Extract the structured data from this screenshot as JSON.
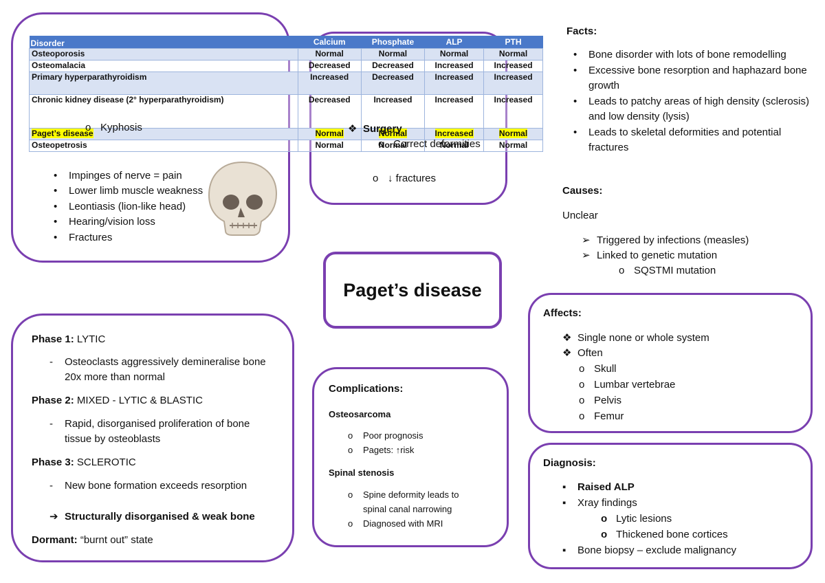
{
  "title": "Paget’s disease",
  "symptoms": {
    "partial_lines": [
      "Kyphosis"
    ],
    "items": [
      "Impinges of nerve = pain",
      "Lower limb muscle weakness",
      "Leontiasis (lion-like head)",
      "Hearing/vision loss",
      "Fractures"
    ]
  },
  "management": {
    "items": [
      "Surgery"
    ],
    "sub_items": [
      "Correct deformities",
      "↓ fractures"
    ]
  },
  "table": {
    "headers": [
      "Disorder",
      "Calcium",
      "Phosphate",
      "ALP",
      "PTH"
    ],
    "rows": [
      [
        "Osteoporosis",
        "Normal",
        "Normal",
        "Normal",
        "Normal"
      ],
      [
        "Osteomalacia",
        "Decreased",
        "Decreased",
        "Increased",
        "Increased"
      ],
      [
        "Primary hyperparathyroidism",
        "Increased",
        "Decreased",
        "Increased",
        "Increased"
      ],
      [
        "Chronic kidney disease (2° hyperparathyroidism)",
        "Decreased",
        "Increased",
        "Increased",
        "Increased"
      ],
      [
        "Paget’s disease",
        "Normal",
        "Normal",
        "Increased",
        "Normal"
      ],
      [
        "Osteopetrosis",
        "Normal",
        "Normal",
        "Normal",
        "Normal"
      ]
    ]
  },
  "facts": {
    "heading": "Facts",
    "items": [
      "Bone disorder with lots of bone remodelling",
      "Excessive bone resorption and haphazard bone",
      "growth",
      "Leads to patchy areas of high density (sclerosis)",
      "and low density (lysis)",
      "Leads to skeletal deformities and potential",
      "fractures"
    ]
  },
  "causes": {
    "heading": "Causes",
    "intro": "Unclear",
    "items": [
      "Triggered by infections (measles)",
      "Linked to genetic mutation"
    ],
    "sub": "SQSTMI mutation"
  },
  "affects": {
    "heading": "Affects",
    "items": [
      "Single none or whole system",
      "Often"
    ],
    "sub_items": [
      "Skull",
      "Lumbar vertebrae",
      "Pelvis",
      "Femur"
    ]
  },
  "diagnosis": {
    "heading": "Diagnosis",
    "items": [
      "Raised ALP",
      "Xray findings",
      "Bone biopsy – exclude malignancy"
    ],
    "sub_items": [
      "Lytic lesions",
      "Thickened bone cortices"
    ]
  },
  "complications": {
    "heading": "Complications",
    "osteo_heading": "Osteosarcoma",
    "osteo_items": [
      "Poor prognosis",
      "Pagets: ↑risk"
    ],
    "spinal_heading": "Spinal stenosis",
    "spinal_items": [
      "Spine deformity leads to",
      "spinal canal narrowing",
      "Diagnosed with MRI"
    ]
  },
  "phases": {
    "p1_label": "Phase 1:",
    "p1_name": "LYTIC",
    "p1_desc": [
      "Osteoclasts aggressively demineralise bone",
      "20x more than normal"
    ],
    "p2_label": "Phase 2:",
    "p2_name": "MIXED - LYTIC & BLASTIC",
    "p2_desc": [
      "Rapid, disorganised proliferation of bone",
      "tissue by osteoblasts"
    ],
    "p3_label": "Phase 3:",
    "p3_name": "SCLEROTIC",
    "p3_desc": [
      "New bone formation exceeds resorption"
    ],
    "result": "Structurally disorganised & weak bone",
    "dormant_label": "Dormant:",
    "dormant_text": "“burnt out” state"
  },
  "colors": {
    "border": "#7a3fb0",
    "table_header": "#4a79c9",
    "table_band": "#d9e2f3",
    "highlight": "#ffff00"
  }
}
